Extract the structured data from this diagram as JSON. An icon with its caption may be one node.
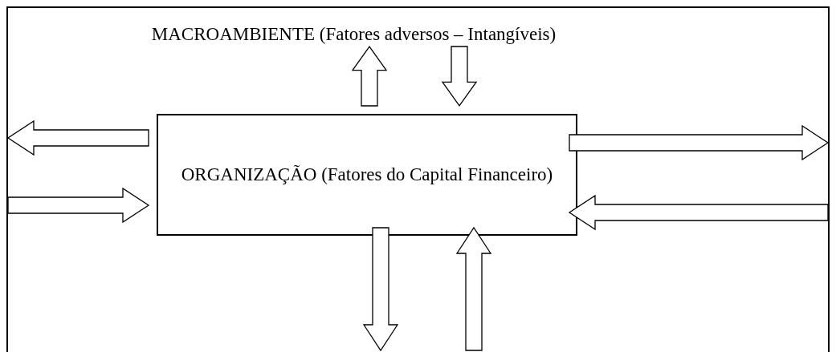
{
  "diagram": {
    "nodes": [
      {
        "text": [
          "MACROAMBIENTE (Fatores adversos – Intangíveis)"
        ]
      },
      {
        "text": [
          "ORGANIZAÇÃO (Fatores do Capital Financeiro)"
        ],
        "in": 0
      }
    ],
    "edges": [
      {
        "from": 1,
        "to": 0,
        "arrow": "to"
      },
      {
        "from": 0,
        "to": 1,
        "arrow": "to"
      },
      {
        "from": 1,
        "to": 0,
        "arrow": "to"
      },
      {
        "from": 0,
        "to": 1,
        "arrow": "to"
      },
      {
        "from": 1,
        "to": 0,
        "arrow": "to"
      },
      {
        "from": 0,
        "to": 1,
        "arrow": "to"
      },
      {
        "from": 1,
        "to": 0,
        "arrow": "to"
      },
      {
        "from": 0,
        "to": 1,
        "arrow": "to"
      }
    ]
  }
}
